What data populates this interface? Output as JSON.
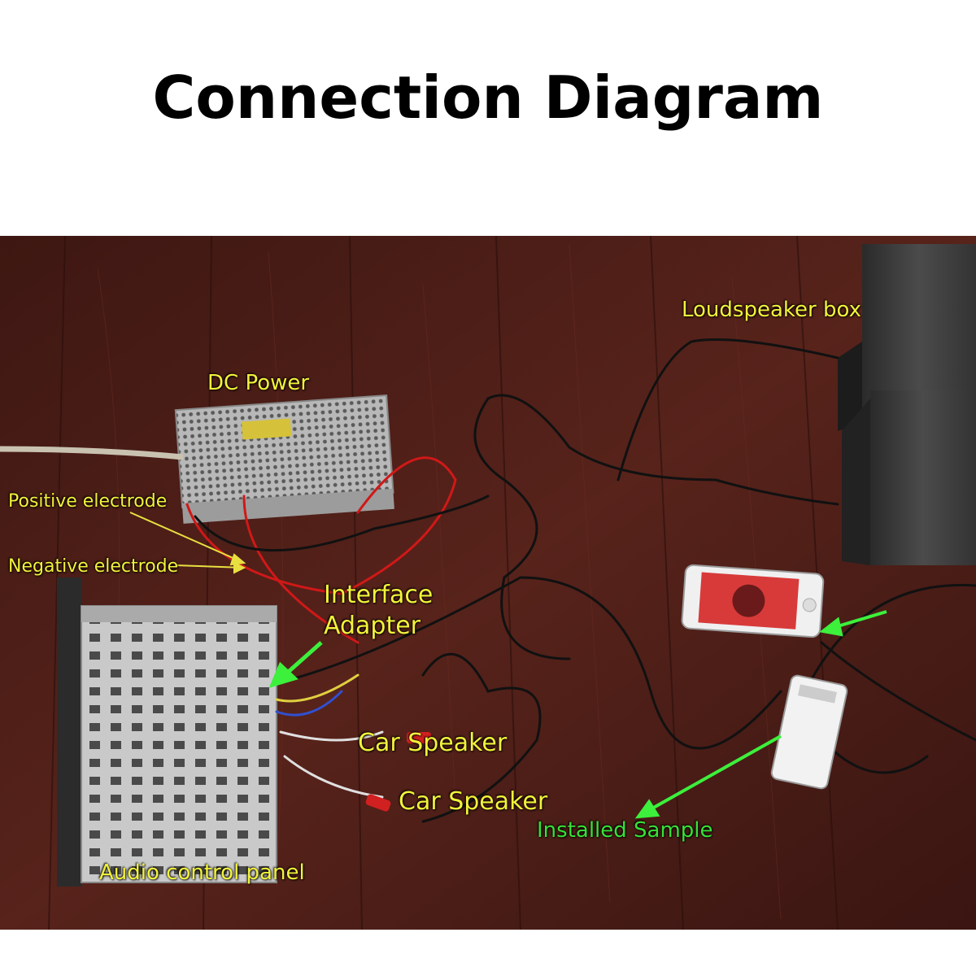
{
  "title": "Connection Diagram",
  "labels": {
    "dc_power": "DC Power",
    "loudspeaker_box": "Loudspeaker box",
    "positive_electrode": "Positive electrode",
    "negative_electrode": "Negative electrode",
    "interface_adapter_line1": "Interface",
    "interface_adapter_line2": "Adapter",
    "car_speaker_1": "Car Speaker",
    "car_speaker_2": "Car Speaker",
    "installed_sample": "Installed Sample",
    "audio_control_panel": "Audio control panel"
  },
  "colors": {
    "label_yellow": "#f2f23a",
    "label_green": "#38e038",
    "arrow_yellow": "#e8e040",
    "arrow_green": "#3cf03c",
    "wood": "#4a1c16"
  }
}
